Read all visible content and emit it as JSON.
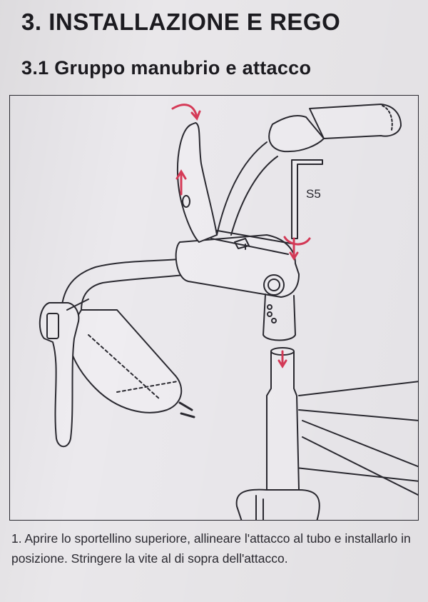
{
  "header": {
    "section_title": "3. INSTALLAZIONE E REGO",
    "subsection_title": "3.1 Gruppo manubrio e attacco"
  },
  "figure": {
    "tool_label": "S5",
    "line_color": "#2a2930",
    "arrow_color": "#d63a57"
  },
  "caption": {
    "text": "1. Aprire lo sportellino superiore, allineare l'attacco al tubo e installarlo in posizione. Stringere la vite al di sopra dell'attacco."
  }
}
